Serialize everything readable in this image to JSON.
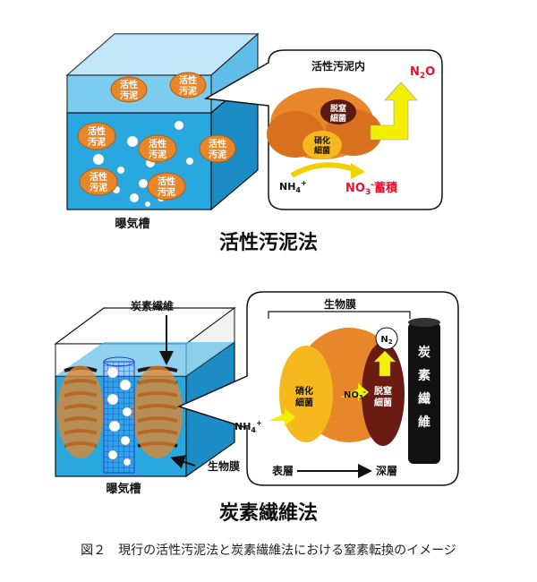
{
  "top": {
    "floc_label": "活性\n汚泥",
    "tank_label": "曝気槽",
    "method_title": "活性汚泥法",
    "callout_title": "活性汚泥内",
    "denitrifying": "脱窒\n細菌",
    "nitrifying": "硝化\n細菌",
    "nh4": "NH4+",
    "no3": "NO3-蓄積",
    "n2o": "N2O"
  },
  "bottom": {
    "fiber_label": "炭素繊維",
    "biofilm_label": "生物膜",
    "tank_label": "曝気槽",
    "method_title": "炭素繊維法",
    "callout_title": "生物膜",
    "nitrifying": "硝化\n細菌",
    "denitrifying": "脱窒\n細菌",
    "nh4": "NH4+",
    "no3": "NO3-",
    "n2": "N2",
    "fiber_vertical": "炭素繊維",
    "surface": "表層",
    "deep": "深層"
  },
  "caption": "図２　現行の活性汚泥法と炭素繊維法における窒素転換のイメージ",
  "colors": {
    "water": "#29a8e0",
    "sludge": "#e8862a",
    "nitrify": "#f5b81e",
    "denitrify": "#6b1c12",
    "accent_red": "#e8102a",
    "arrow_yellow": "#f2f000"
  }
}
